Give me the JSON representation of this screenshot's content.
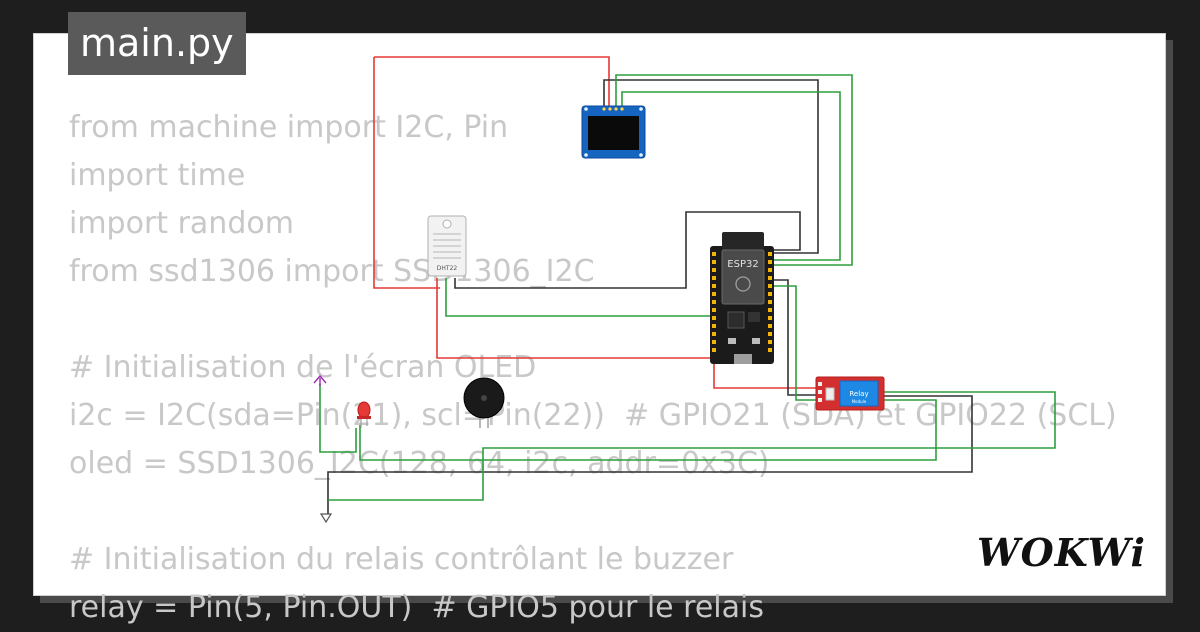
{
  "file_tab": {
    "label": "main.py"
  },
  "code_lines": [
    "from machine import I2C, Pin",
    "import time",
    "import random",
    "from ssd1306 import SSD1306_I2C",
    "",
    "# Initialisation de l'écran OLED",
    "i2c = I2C(sda=Pin(21), scl=Pin(22))  # GPIO21 (SDA) et GPIO22 (SCL)",
    "oled = SSD1306_I2C(128, 64, i2c, addr=0x3C)",
    "",
    "# Initialisation du relais contrôlant le buzzer",
    "relay = Pin(5, Pin.OUT)  # GPIO5 pour le relais"
  ],
  "components": {
    "esp32_label": "ESP32",
    "dht_label": "DHT22",
    "relay_label": "Relay",
    "relay_sublabel": "Module"
  },
  "brand": {
    "logo_text": "WOKWi"
  },
  "colors": {
    "wire_red": "#e53935",
    "wire_green": "#2e9e3e",
    "wire_black": "#333333",
    "oled_blue": "#1565c0",
    "relay_red": "#d32f2f",
    "code_text": "#c8c8c8",
    "tab_bg": "#5a5a5a"
  }
}
